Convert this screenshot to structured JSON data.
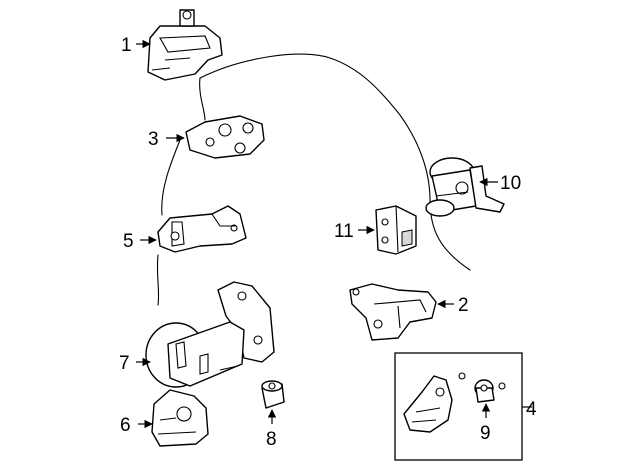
{
  "callouts": [
    {
      "id": "1",
      "text": "1"
    },
    {
      "id": "2",
      "text": "2"
    },
    {
      "id": "3",
      "text": "3"
    },
    {
      "id": "4",
      "text": "4"
    },
    {
      "id": "5",
      "text": "5"
    },
    {
      "id": "6",
      "text": "6"
    },
    {
      "id": "7",
      "text": "7"
    },
    {
      "id": "8",
      "text": "8"
    },
    {
      "id": "9",
      "text": "9"
    },
    {
      "id": "10",
      "text": "10"
    },
    {
      "id": "11",
      "text": "11"
    }
  ],
  "colors": {
    "line": "#000000",
    "background": "#ffffff",
    "shade": "#d8d8d8"
  }
}
